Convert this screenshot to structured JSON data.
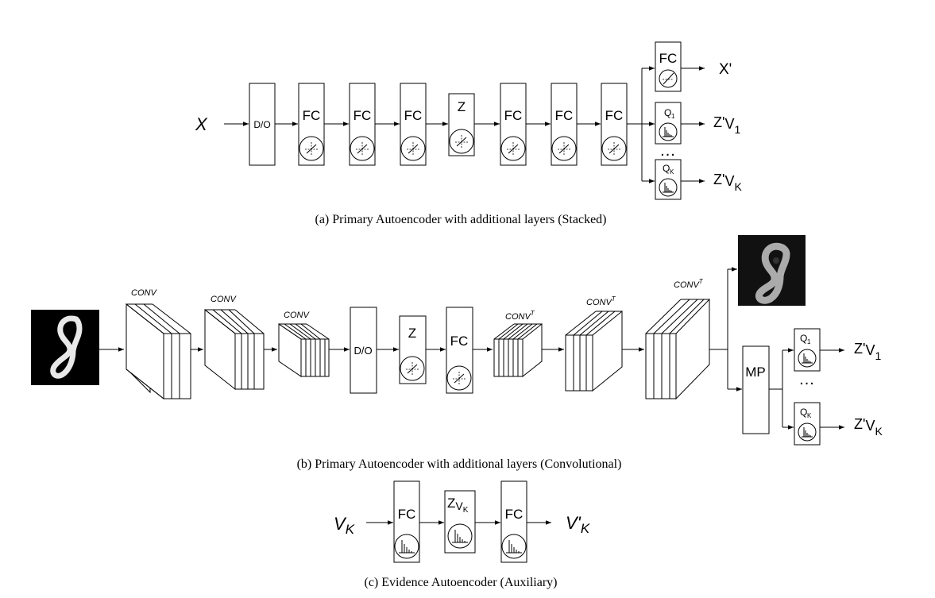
{
  "panel_a": {
    "input": "X",
    "dropout": "D/O",
    "fc": "FC",
    "latent": "Z",
    "out_fc": "FC",
    "out_x": "X'",
    "q1": "Q",
    "q1_sub": "1",
    "qk": "Q",
    "qk_sub": "K",
    "out_v1": "Z'",
    "out_v1_v": "V",
    "out_v1_sub": "1",
    "out_vk": "Z'",
    "out_vk_v": "V",
    "out_vk_sub": "K",
    "dots": "...",
    "caption": "(a) Primary Autoencoder with additional layers (Stacked)"
  },
  "panel_b": {
    "conv": "CONV",
    "convt": "CONV",
    "convt_sup": "T",
    "dropout": "D/O",
    "latent": "Z",
    "fc": "FC",
    "mp": "MP",
    "q1": "Q",
    "q1_sub": "1",
    "qk": "Q",
    "qk_sub": "K",
    "out_v1": "Z'",
    "out_v1_v": "V",
    "out_v1_sub": "1",
    "out_vk": "Z'",
    "out_vk_v": "V",
    "out_vk_sub": "K",
    "dots": "...",
    "caption": "(b) Primary Autoencoder with additional layers (Convolutional)"
  },
  "panel_c": {
    "input": "V",
    "input_sub": "K",
    "fc": "FC",
    "latent": "Z",
    "latent_v": "V",
    "latent_sub": "K",
    "output": "V'",
    "output_sub": "K",
    "caption": "(c) Evidence Autoencoder (Auxiliary)"
  }
}
